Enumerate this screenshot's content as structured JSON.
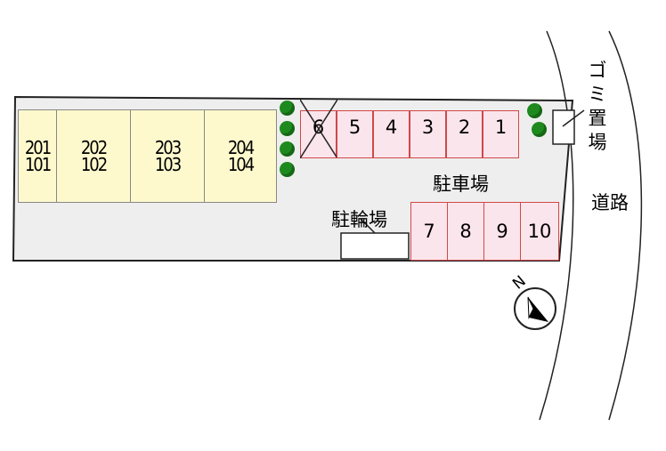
{
  "units": [
    {
      "upper": "201",
      "lower": "101"
    },
    {
      "upper": "202",
      "lower": "102"
    },
    {
      "upper": "203",
      "lower": "103"
    },
    {
      "upper": "204",
      "lower": "104"
    }
  ],
  "parking_upper": [
    "6",
    "5",
    "4",
    "3",
    "2",
    "1"
  ],
  "parking_lower": [
    "7",
    "8",
    "9",
    "10"
  ],
  "parking_label": "駐車場",
  "bicycle_label": "駐輪場",
  "garbage_label": "ゴミ置場",
  "road_label": "道路",
  "compass_label": "N",
  "colors": {
    "unit_fill": "#fdf9cd",
    "stall_fill": "#fbe5ec",
    "stall_border": "#d04848",
    "tree": "#1e8a1e"
  }
}
